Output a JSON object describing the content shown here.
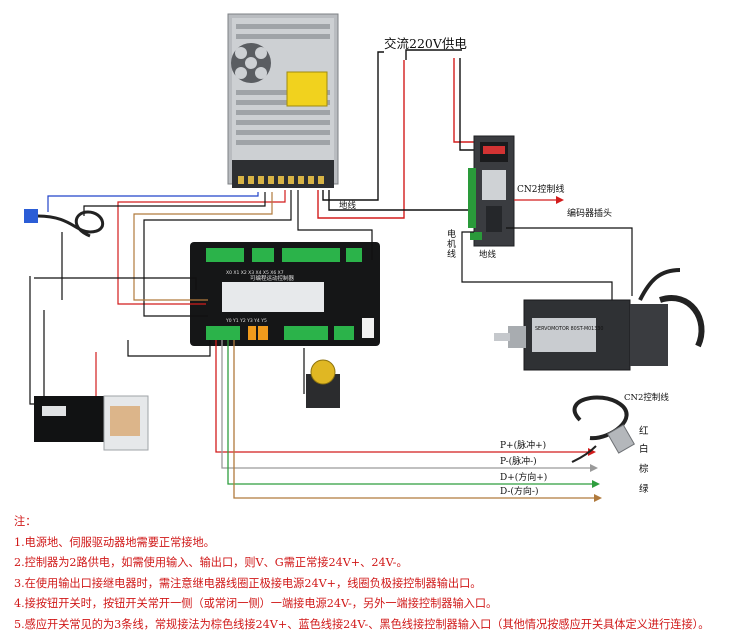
{
  "labels": {
    "ac_power": "交流220V供电",
    "ground_psu": "地线",
    "cn2_line": "CN2控制线",
    "encoder_plug": "编码器插头",
    "motor_line": "电机线",
    "ground_drive": "地线",
    "cn2_cable": "CN2控制线"
  },
  "signals": [
    {
      "name": "P+(脉冲+)",
      "color": "#d21c1c"
    },
    {
      "name": "P-(脉冲-)",
      "color": "#9a9a9a"
    },
    {
      "name": "D+(方向+)",
      "color": "#2e9e3e"
    },
    {
      "name": "D-(方向-)",
      "color": "#b07a3c"
    }
  ],
  "wire_colors": [
    "红",
    "白",
    "棕",
    "绿"
  ],
  "controller": {
    "title": "可编程运动控制器",
    "top_terminals": "X0 X1 X2 X3 X4 X5 X6 X7",
    "bottom_terminals": "Y0 Y1 Y2 Y3 Y4 Y5"
  },
  "motor_plate": "SERVOMOTOR  80ST-M01330",
  "notes": {
    "title": "注：",
    "items": [
      "1.电源地、伺服驱动器地需要正常接地。",
      "2.控制器为2路供电，如需使用输入、输出口，则V、G需正常接24V+、24V-。",
      "3.在使用输出口接继电器时，需注意继电器线圈正极接电源24V+，线圈负极接控制器输出口。",
      "4.接按钮开关时，按钮开关常开一侧（或常闭一侧）一端接电源24V-，另外一端接控制器输入口。",
      "5.感应开关常见的为3条线，常规接法为棕色线接24V+、蓝色线接24V-、黑色线接控制器输入口（其他情况按感应开关具体定义进行连接）。"
    ]
  }
}
